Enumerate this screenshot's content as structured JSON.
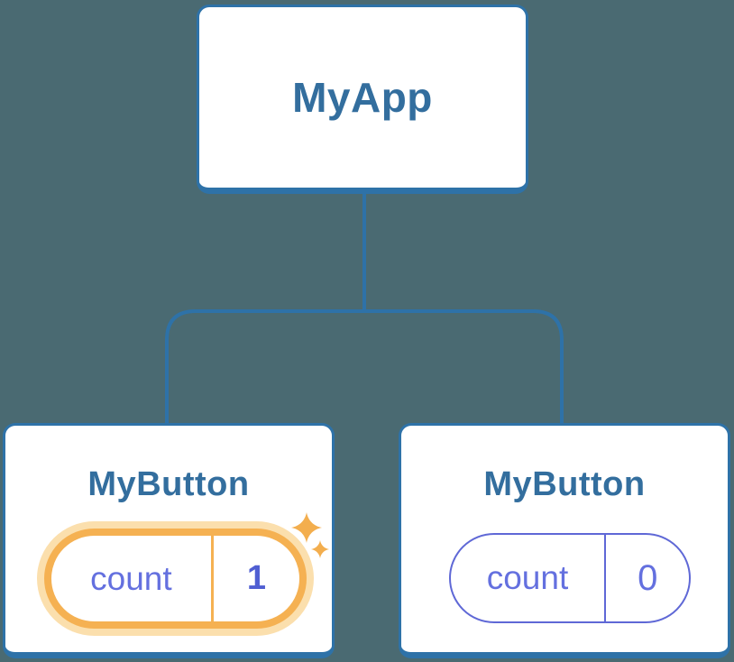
{
  "diagram": {
    "type": "component-tree",
    "background_color": "#4a6a72",
    "connector_color": "#2e72a8",
    "node": {
      "fill_color": "#ffffff",
      "border_color": "#2e72a8",
      "label_color": "#336e9e"
    },
    "root": {
      "label": "MyApp"
    },
    "children": [
      {
        "label": "MyButton",
        "state_name": "count",
        "state_value": "1",
        "highlighted": true
      },
      {
        "label": "MyButton",
        "state_name": "count",
        "state_value": "0",
        "highlighted": false
      }
    ],
    "state_pill": {
      "text_color": "#6470df",
      "plain_border_color": "#5f68d6",
      "highlight_ring_color": "#f5b152",
      "highlight_halo_color": "#fbdfad",
      "highlight_value_color": "#4f5ed2",
      "sparkle_color": "#f3ae4e"
    }
  }
}
